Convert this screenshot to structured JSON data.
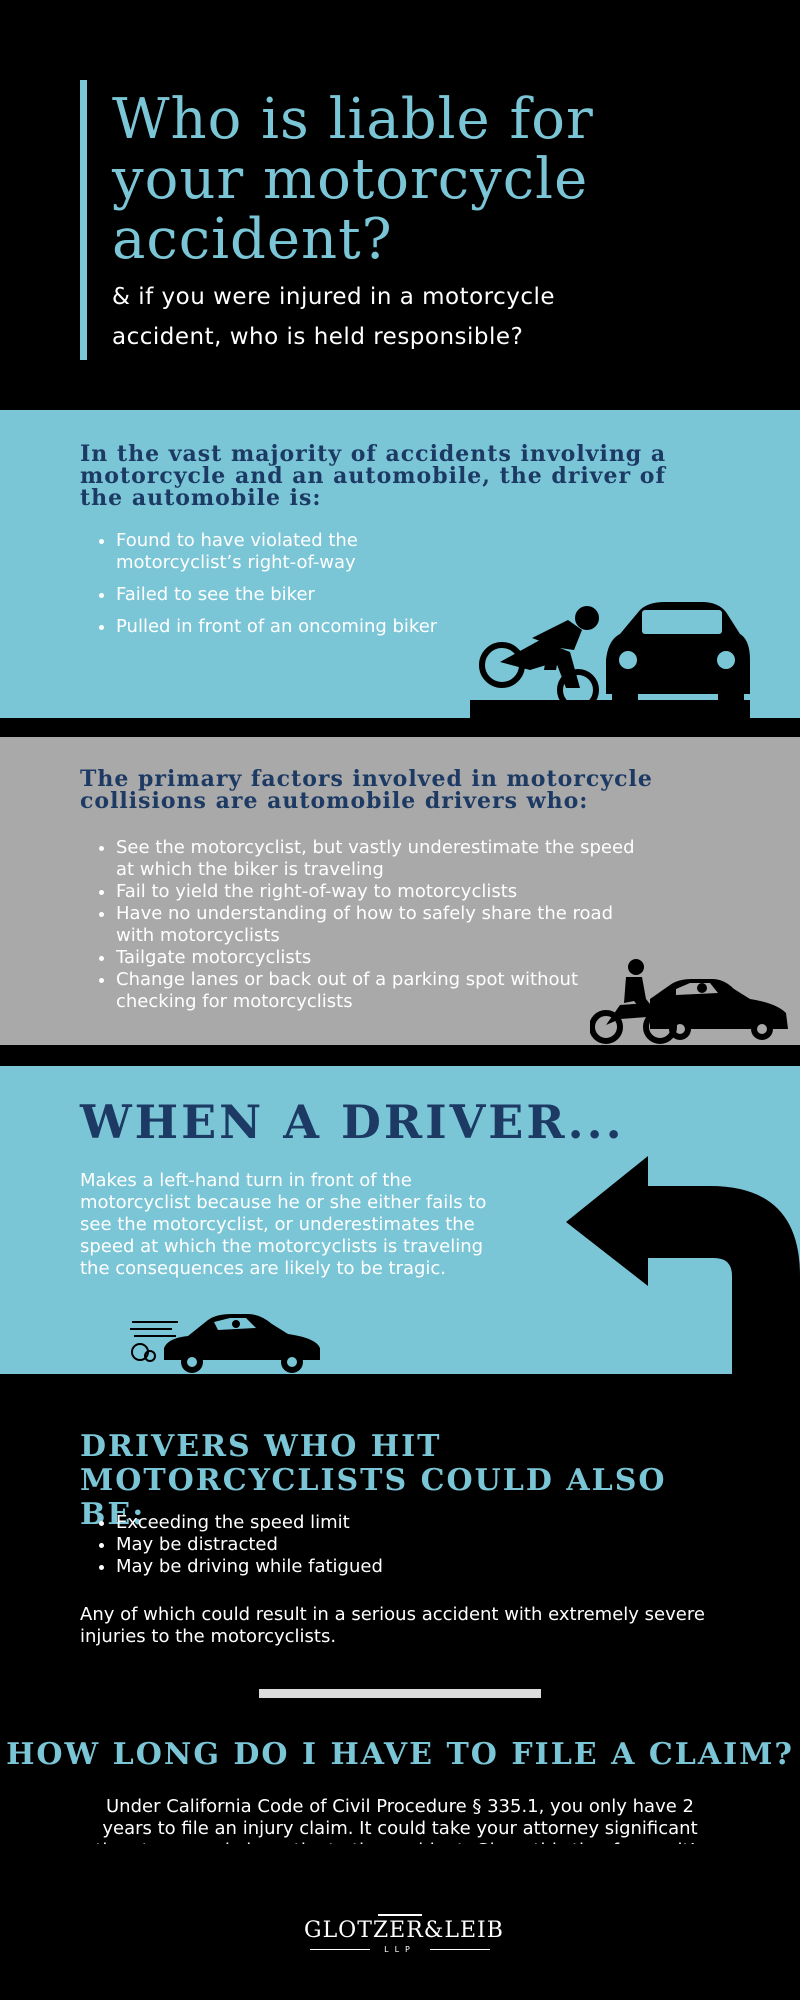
{
  "colors": {
    "accent": "#7bc6d6",
    "navy": "#1c3a64",
    "gray_band": "#a9a9a9",
    "background": "#000000"
  },
  "header": {
    "title": "Who is liable for your motorcycle accident?",
    "subtitle": "& if you were injured in a motorcycle accident, who is held responsible?"
  },
  "section1": {
    "heading": "In the vast majority of accidents involving a motorcycle and an automobile, the driver of the automobile is:",
    "items": [
      "Found to have violated the motorcyclist’s right-of-way",
      "Failed to see the biker",
      "Pulled in front of an oncoming biker"
    ],
    "illustration": "motorcycle-hit-by-car-icon"
  },
  "section2": {
    "heading": "The primary factors involved in motorcycle collisions are automobile drivers who:",
    "items": [
      "See the motorcyclist, but vastly underestimate the speed at which the biker is traveling",
      "Fail to yield the right-of-way to motorcyclists",
      "Have no understanding of how to safely share the road with motorcyclists",
      "Tailgate motorcyclists",
      "Change lanes or back out of a parking spot without checking for motorcyclists"
    ],
    "illustration": "motorcycle-and-car-icon"
  },
  "section3": {
    "heading": "WHEN A DRIVER...",
    "body": "Makes a left-hand turn in front of the motorcyclist because he or she either fails to see the motorcyclist, or underestimates the speed at which the motorcyclists is traveling the consequences are likely to be tragic.",
    "illustrations": [
      "left-turn-arrow-icon",
      "speeding-car-icon"
    ]
  },
  "section4": {
    "heading": "DRIVERS WHO HIT MOTORCYCLISTS COULD ALSO BE:",
    "items": [
      "Exceeding the speed limit",
      "May be distracted",
      "May be driving while fatigued"
    ],
    "body": "Any of which could result in a serious accident with extremely severe injuries to the motorcyclists."
  },
  "claim": {
    "heading": "HOW LONG DO I HAVE TO FILE A CLAIM?",
    "body": "Under California Code of Civil Procedure § 335.1, you only have 2 years to file an injury claim. It could take your attorney significant time to properly investigate the accident. Given this timeframe, it’s usually a good idea to speak with a personal injury attorney as soon as possible."
  },
  "footer": {
    "logo_text": "GLOTZER&LEIB",
    "logo_sub": "LLP"
  }
}
